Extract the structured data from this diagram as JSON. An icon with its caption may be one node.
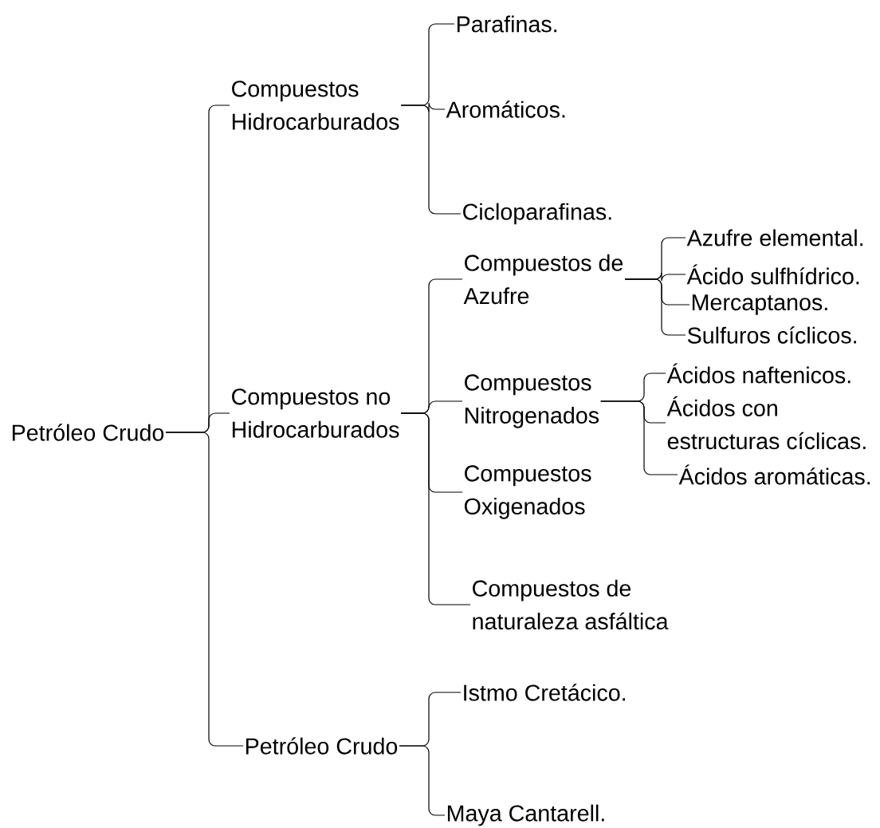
{
  "diagram": {
    "nodes": [
      {
        "text": [
          "Petróleo Crudo"
        ]
      },
      {
        "text": [
          "Compuestos Hidrocarburados"
        ]
      },
      {
        "text": [
          "Parafinas."
        ]
      },
      {
        "text": [
          "Aromáticos."
        ]
      },
      {
        "text": [
          "Cicloparafinas."
        ]
      },
      {
        "text": [
          "Compuestos no Hidrocarburados"
        ]
      },
      {
        "text": [
          "Compuestos de Azufre"
        ]
      },
      {
        "text": [
          "Azufre elemental."
        ]
      },
      {
        "text": [
          "Ácido sulfhídrico."
        ]
      },
      {
        "text": [
          "Mercaptanos."
        ]
      },
      {
        "text": [
          "Sulfuros cíclicos."
        ]
      },
      {
        "text": [
          "Compuestos Nitrogenados"
        ]
      },
      {
        "text": [
          "Ácidos naftenicos."
        ]
      },
      {
        "text": [
          "Ácidos con estructuras cíclicas."
        ]
      },
      {
        "text": [
          "Ácidos aromáticas."
        ]
      },
      {
        "text": [
          "Compuestos Oxigenados"
        ]
      },
      {
        "text": [
          "Compuestos de naturaleza asfáltica"
        ]
      },
      {
        "text": [
          "Petróleo Crudo"
        ]
      },
      {
        "text": [
          "Istmo Cretácico."
        ]
      },
      {
        "text": [
          "Maya Cantarell."
        ]
      }
    ],
    "edges": [
      {
        "from": 0,
        "to": 1,
        "arrow": "none"
      },
      {
        "from": 0,
        "to": 5,
        "arrow": "none"
      },
      {
        "from": 0,
        "to": 17,
        "arrow": "none"
      },
      {
        "from": 1,
        "to": 2,
        "arrow": "none"
      },
      {
        "from": 1,
        "to": 3,
        "arrow": "none"
      },
      {
        "from": 1,
        "to": 4,
        "arrow": "none"
      },
      {
        "from": 5,
        "to": 6,
        "arrow": "none"
      },
      {
        "from": 5,
        "to": 11,
        "arrow": "none"
      },
      {
        "from": 5,
        "to": 15,
        "arrow": "none"
      },
      {
        "from": 5,
        "to": 16,
        "arrow": "none"
      },
      {
        "from": 6,
        "to": 7,
        "arrow": "none"
      },
      {
        "from": 6,
        "to": 8,
        "arrow": "none"
      },
      {
        "from": 6,
        "to": 9,
        "arrow": "none"
      },
      {
        "from": 6,
        "to": 10,
        "arrow": "none"
      },
      {
        "from": 11,
        "to": 12,
        "arrow": "none"
      },
      {
        "from": 11,
        "to": 13,
        "arrow": "none"
      },
      {
        "from": 11,
        "to": 14,
        "arrow": "none"
      },
      {
        "from": 17,
        "to": 18,
        "arrow": "none"
      },
      {
        "from": 17,
        "to": 19,
        "arrow": "none"
      }
    ]
  }
}
